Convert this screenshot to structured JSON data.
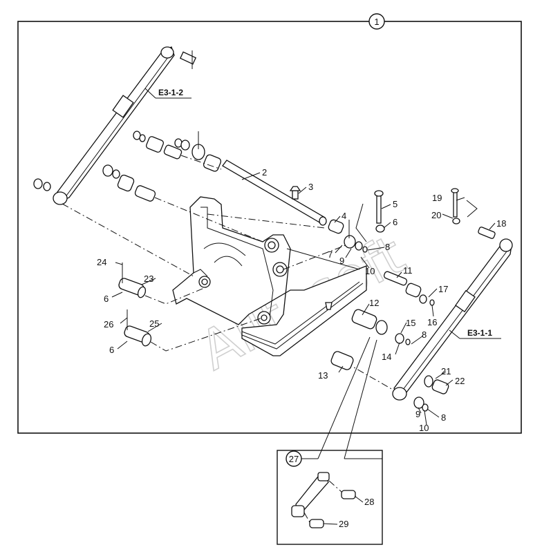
{
  "assembly_number": "1",
  "inset_number": "27",
  "watermark": "Alltosoft",
  "references": {
    "upper_link": "E3-1-2",
    "lower_link": "E3-1-1"
  },
  "callouts": [
    "2",
    "3",
    "4",
    "5",
    "6",
    "7",
    "8",
    "9",
    "10",
    "11",
    "12",
    "13",
    "14",
    "15",
    "16",
    "17",
    "18",
    "19",
    "20",
    "21",
    "22",
    "23",
    "24",
    "25",
    "26"
  ],
  "extra_callouts": {
    "c6b": "6",
    "c6c": "6",
    "c8b": "8",
    "c8c": "8",
    "c9b": "9",
    "c10b": "10"
  },
  "inset_callouts": [
    "28",
    "29"
  ]
}
